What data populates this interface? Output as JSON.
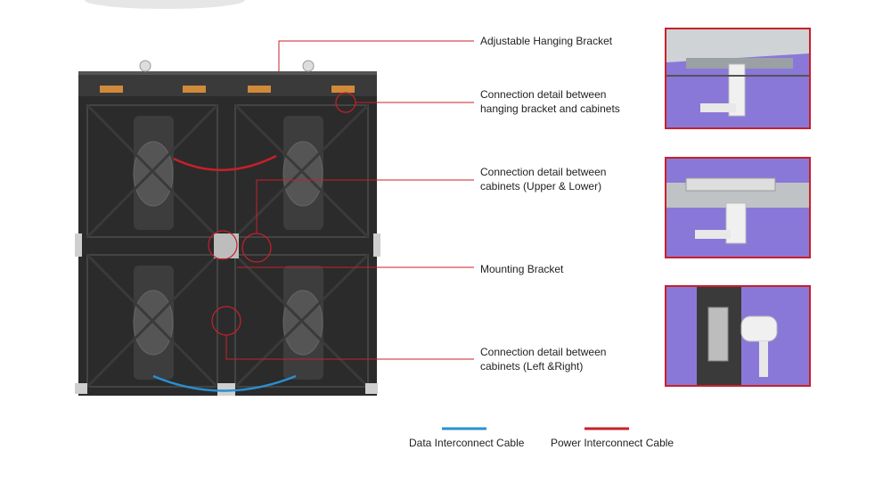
{
  "callouts": {
    "hanging_bracket": "Adjustable Hanging Bracket",
    "bracket_cabinet_line1": "Connection detail between",
    "bracket_cabinet_line2": "hanging bracket and cabinets",
    "upper_lower_line1": "Connection detail between",
    "upper_lower_line2": "cabinets (Upper & Lower)",
    "mounting_bracket": "Mounting Bracket",
    "left_right_line1": "Connection detail between",
    "left_right_line2": "cabinets (Left &Right)"
  },
  "legend": {
    "data_cable": "Data Interconnect Cable",
    "power_cable": "Power Interconnect Cable"
  },
  "colors": {
    "data_cable": "#2a8fd0",
    "power_cable": "#c8202a",
    "cabinet": "#2b2b2b",
    "detail_bg": "#8a78d8"
  }
}
